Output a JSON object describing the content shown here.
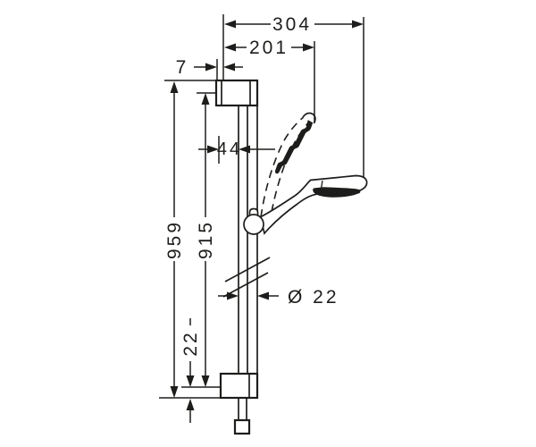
{
  "drawing": {
    "subject": "shower-slide-bar-set-technical-drawing",
    "line_color": "#1d1d1b",
    "background": "#ffffff",
    "dims": {
      "total_depth": "304",
      "head_depth": "201",
      "top_offset": "7",
      "bar_offset": "44",
      "bar_length_total": "959",
      "hole_spacing": "915",
      "bottom_offset": "22",
      "bar_diameter": "Ø 22"
    }
  }
}
